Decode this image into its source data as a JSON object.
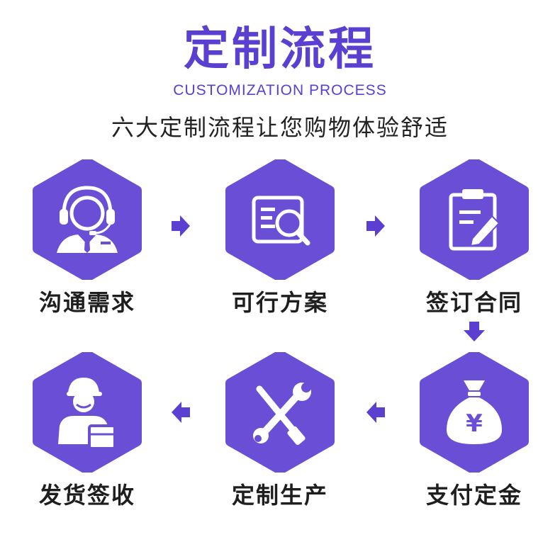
{
  "header": {
    "title": "定制流程",
    "subtitle_en": "CUSTOMIZATION PROCESS",
    "subtitle_cn": "六大定制流程让您购物体验舒适"
  },
  "colors": {
    "accent": "#5a3fd0",
    "hex_fill": "#6a4fd6",
    "icon": "#ffffff"
  },
  "steps": [
    {
      "label": "沟通需求",
      "icon": "customer-service-icon"
    },
    {
      "label": "可行方案",
      "icon": "document-search-icon"
    },
    {
      "label": "签订合同",
      "icon": "clipboard-sign-icon"
    },
    {
      "label": "支付定金",
      "icon": "money-bag-icon"
    },
    {
      "label": "定制生产",
      "icon": "tools-icon"
    },
    {
      "label": "发货签收",
      "icon": "delivery-person-icon"
    }
  ],
  "money_symbol": "¥"
}
